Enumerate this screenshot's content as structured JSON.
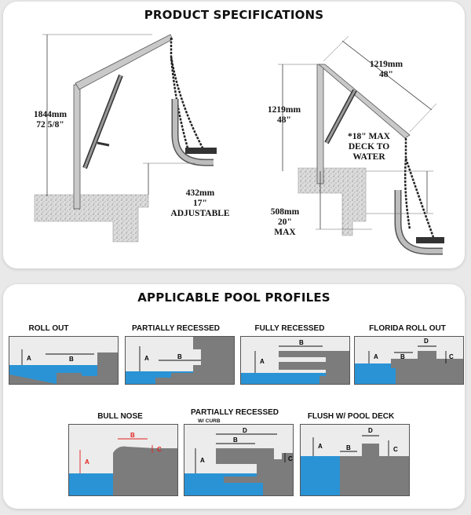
{
  "specs": {
    "heading": "PRODUCT SPECIFICATIONS",
    "left": {
      "height_mm": "1844mm",
      "height_in": "72 5/8\"",
      "adjust_mm": "432mm",
      "adjust_in": "17\"",
      "adjust_note": "ADJUSTABLE"
    },
    "right": {
      "reach_mm": "1219mm",
      "reach_in": "48\"",
      "height_mm": "1219mm",
      "height_in": "48\"",
      "deck_note_line1": "*18\" MAX",
      "deck_note_line2": "DECK TO",
      "deck_note_line3": "WATER",
      "depth_mm": "508mm",
      "depth_in": "20\"",
      "depth_note": "MAX"
    }
  },
  "profiles": {
    "heading": "APPLICABLE POOL PROFILES",
    "items": [
      {
        "label": "ROLL OUT",
        "dims": [
          "A",
          "B"
        ]
      },
      {
        "label": "PARTIALLY RECESSED",
        "dims": [
          "A",
          "B"
        ]
      },
      {
        "label": "FULLY RECESSED",
        "dims": [
          "A",
          "B"
        ]
      },
      {
        "label": "FLORIDA ROLL OUT",
        "dims": [
          "A",
          "B",
          "C",
          "D"
        ]
      },
      {
        "label": "BULL NOSE",
        "dims": [
          "A",
          "B",
          "C"
        ]
      },
      {
        "label": "PARTIALLY RECESSED",
        "sublabel": "W/ CURB",
        "dims": [
          "A",
          "B",
          "C",
          "D"
        ]
      },
      {
        "label": "FLUSH W/ POOL DECK",
        "dims": [
          "A",
          "B",
          "C",
          "D"
        ]
      }
    ],
    "colors": {
      "water": "#2a93d5",
      "concrete": "#7c7c7c",
      "air": "#ececec",
      "highlight": "#e0201e"
    }
  }
}
